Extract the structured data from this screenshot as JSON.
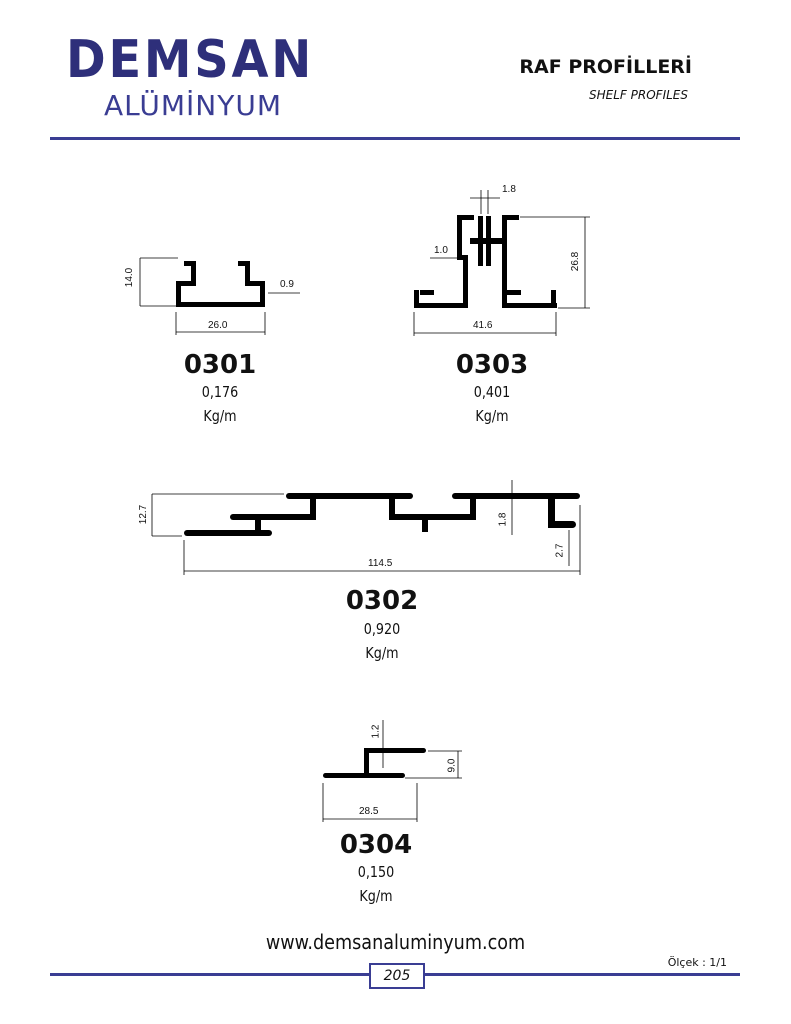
{
  "brand": {
    "name": "DEMSAN",
    "sub": "ALÜMİNYUM"
  },
  "header": {
    "title": "RAF PROFİLLERİ",
    "subtitle": "SHELF PROFILES"
  },
  "profiles": [
    {
      "code": "0301",
      "weight": "0,176",
      "unit": "Kg/m",
      "dims": {
        "height": "14.0",
        "wall": "0.9",
        "width": "26.0"
      }
    },
    {
      "code": "0303",
      "weight": "0,401",
      "unit": "Kg/m",
      "dims": {
        "top": "1.8",
        "wall": "1.0",
        "height": "26.8",
        "width": "41.6"
      }
    },
    {
      "code": "0302",
      "weight": "0,920",
      "unit": "Kg/m",
      "dims": {
        "height": "12.7",
        "wall": "1.8",
        "lip": "2.7",
        "width": "114.5"
      }
    },
    {
      "code": "0304",
      "weight": "0,150",
      "unit": "Kg/m",
      "dims": {
        "wall": "1.2",
        "height": "9.0",
        "width": "28.5"
      }
    }
  ],
  "footer": {
    "website": "www.demsanaluminyum.com",
    "scale": "Ölçek : 1/1",
    "page": "205"
  },
  "colors": {
    "brand": "#2e2f7a",
    "rule": "#3a3d93",
    "ink": "#111111"
  }
}
